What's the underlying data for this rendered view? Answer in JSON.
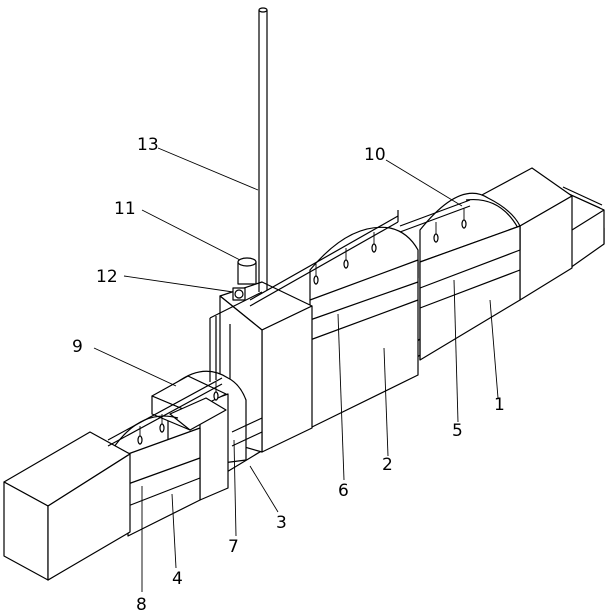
{
  "figure": {
    "labels": [
      {
        "id": "1",
        "text": "1"
      },
      {
        "id": "2",
        "text": "2"
      },
      {
        "id": "3",
        "text": "3"
      },
      {
        "id": "4",
        "text": "4"
      },
      {
        "id": "5",
        "text": "5"
      },
      {
        "id": "6",
        "text": "6"
      },
      {
        "id": "7",
        "text": "7"
      },
      {
        "id": "8",
        "text": "8"
      },
      {
        "id": "9",
        "text": "9"
      },
      {
        "id": "10",
        "text": "10"
      },
      {
        "id": "11",
        "text": "11"
      },
      {
        "id": "12",
        "text": "12"
      },
      {
        "id": "13",
        "text": "13"
      }
    ]
  }
}
